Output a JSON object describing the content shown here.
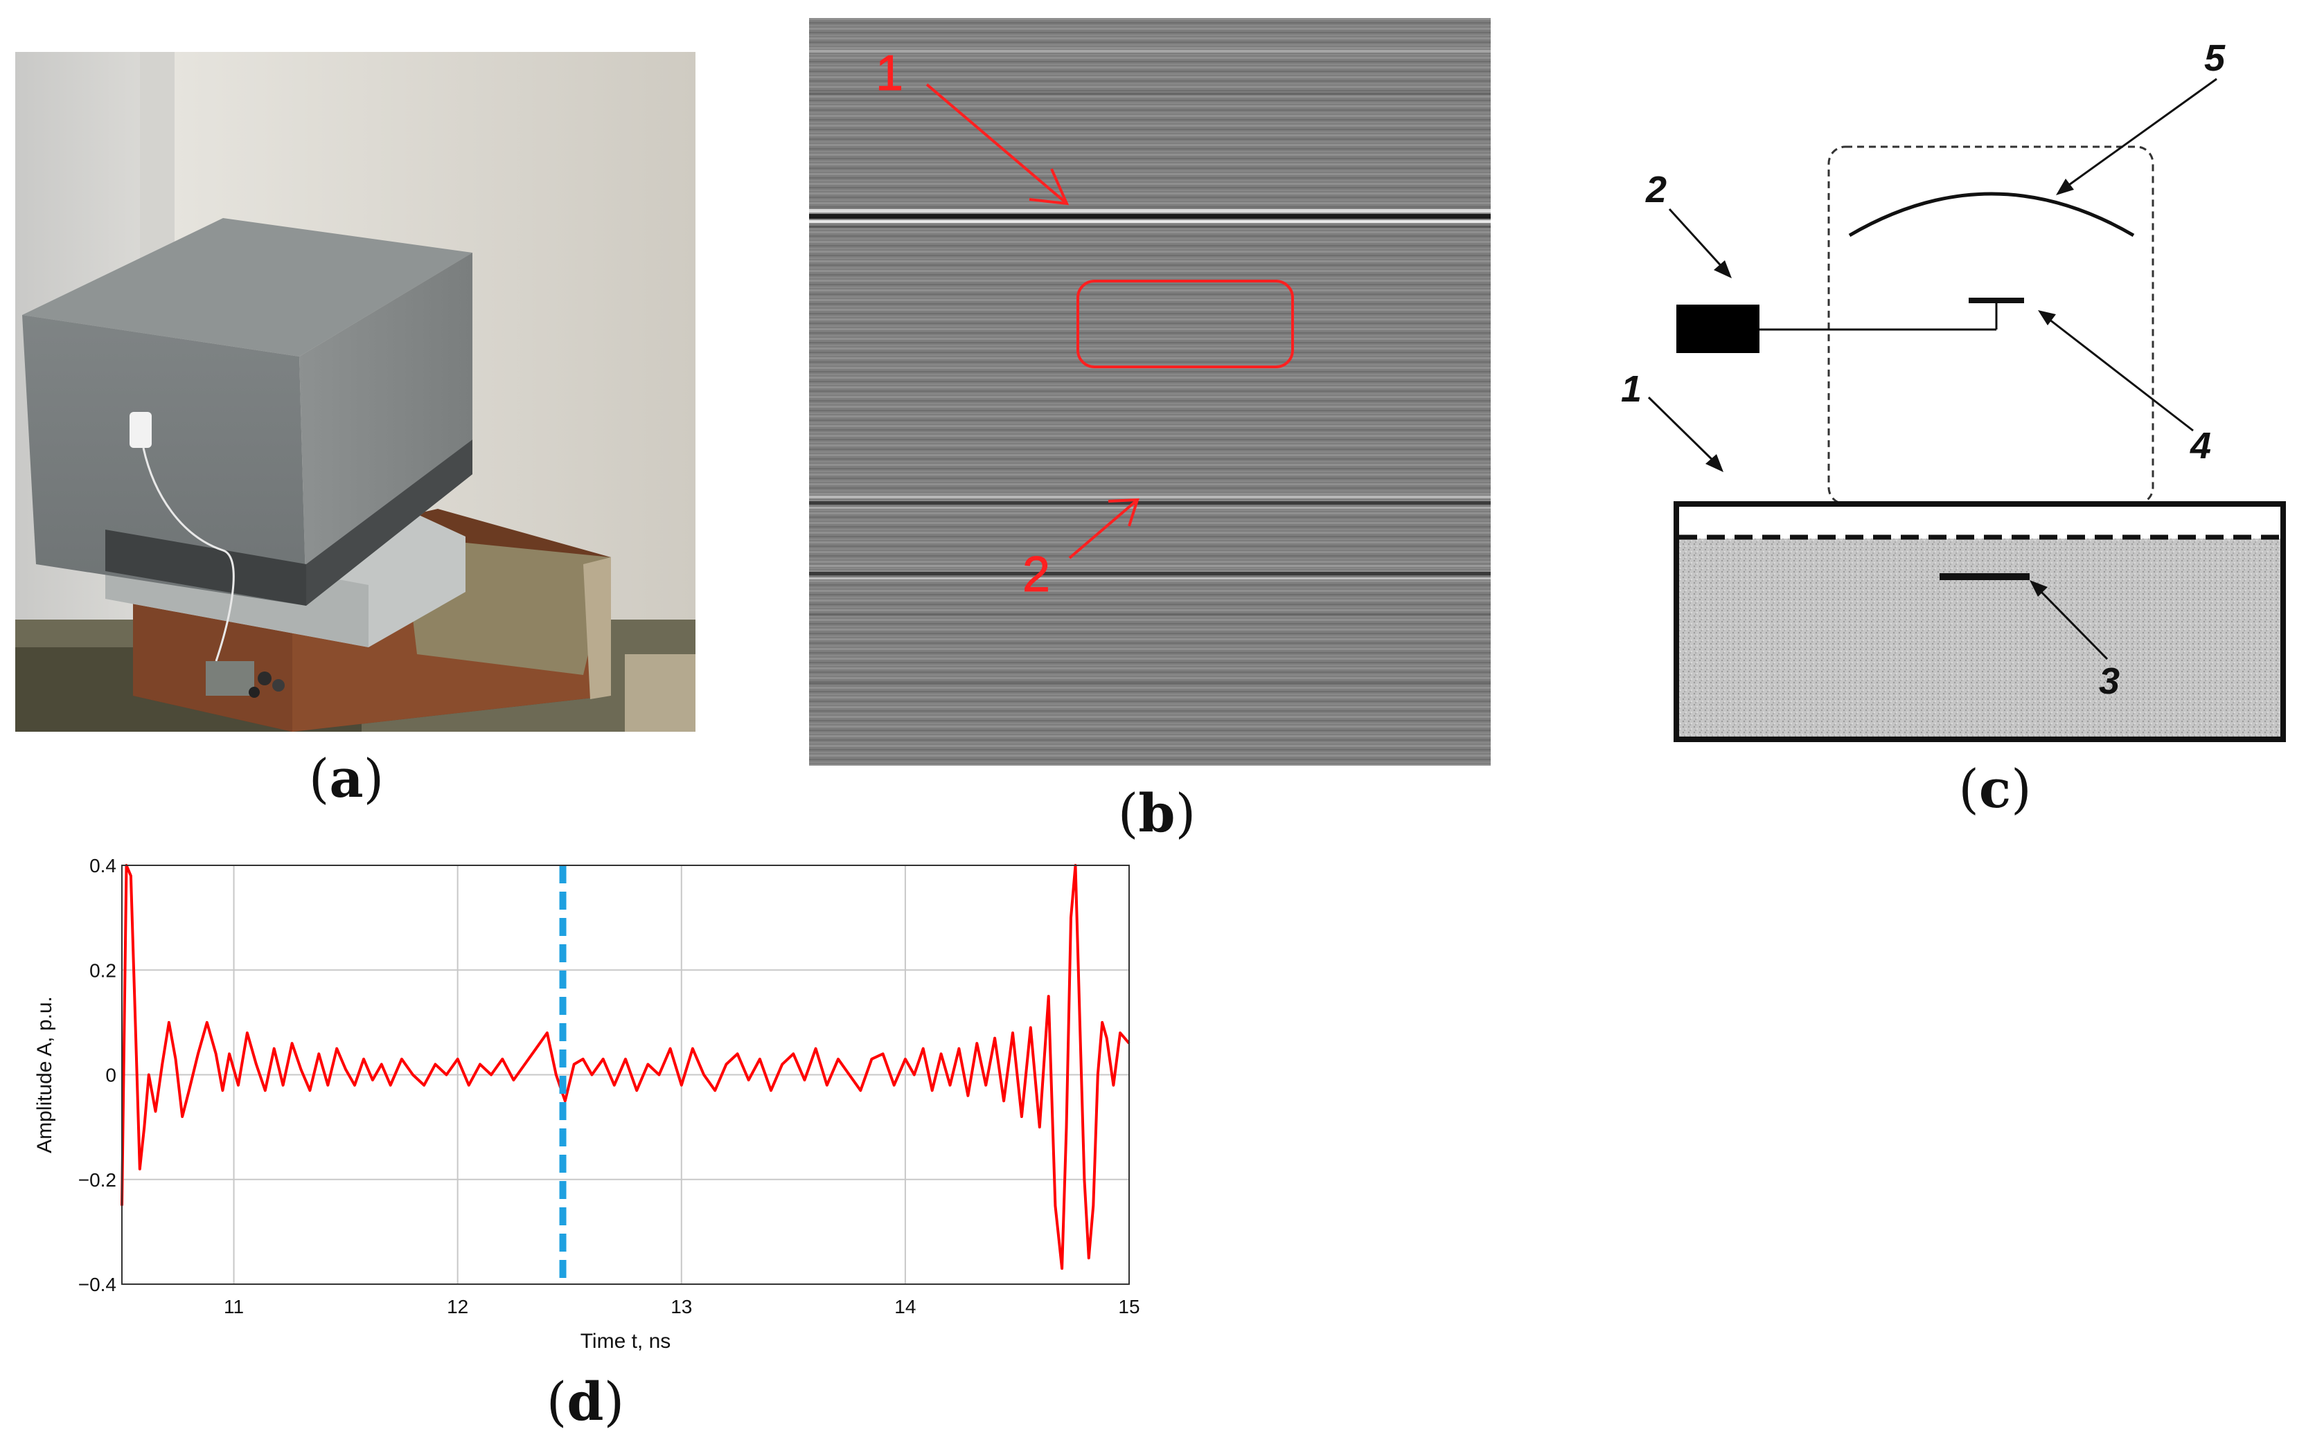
{
  "panels": {
    "a": {
      "label": "a"
    },
    "b": {
      "label": "b",
      "callouts": [
        "1",
        "2"
      ]
    },
    "c": {
      "label": "c",
      "callouts": [
        "1",
        "2",
        "3",
        "4",
        "5"
      ]
    },
    "d": {
      "label": "d"
    }
  },
  "colors": {
    "signal": "#ff0000",
    "marker": "#1ea0e0",
    "annotation": "#ff2020",
    "grid": "#c8c8c8"
  },
  "chart_data": {
    "type": "line",
    "xlabel": "Time t, ns",
    "ylabel": "Amplitude A, p.u.",
    "xlim": [
      10.5,
      15
    ],
    "ylim": [
      -0.4,
      0.4
    ],
    "xticks": [
      11,
      12,
      13,
      14,
      15
    ],
    "yticks": [
      0.4,
      0.2,
      0,
      -0.2,
      -0.4
    ],
    "ytick_labels": [
      "0.4",
      "0.2",
      "0",
      "−0.2",
      "−0.4"
    ],
    "grid": true,
    "vertical_marker_x": 12.47,
    "series": [
      {
        "x": [
          10.5,
          10.52,
          10.54,
          10.56,
          10.58,
          10.6,
          10.62,
          10.65,
          10.68,
          10.71,
          10.74,
          10.77,
          10.8,
          10.84,
          10.88,
          10.92,
          10.95,
          10.98,
          11.02,
          11.06,
          11.1,
          11.14,
          11.18,
          11.22,
          11.26,
          11.3,
          11.34,
          11.38,
          11.42,
          11.46,
          11.5,
          11.54,
          11.58,
          11.62,
          11.66,
          11.7,
          11.75,
          11.8,
          11.85,
          11.9,
          11.95,
          12.0,
          12.05,
          12.1,
          12.15,
          12.2,
          12.25,
          12.3,
          12.35,
          12.4,
          12.44,
          12.48,
          12.52,
          12.56,
          12.6,
          12.65,
          12.7,
          12.75,
          12.8,
          12.85,
          12.9,
          12.95,
          13.0,
          13.05,
          13.1,
          13.15,
          13.2,
          13.25,
          13.3,
          13.35,
          13.4,
          13.45,
          13.5,
          13.55,
          13.6,
          13.65,
          13.7,
          13.75,
          13.8,
          13.85,
          13.9,
          13.95,
          14.0,
          14.04,
          14.08,
          14.12,
          14.16,
          14.2,
          14.24,
          14.28,
          14.32,
          14.36,
          14.4,
          14.44,
          14.48,
          14.52,
          14.56,
          14.6,
          14.64,
          14.67,
          14.7,
          14.72,
          14.74,
          14.76,
          14.78,
          14.8,
          14.82,
          14.84,
          14.86,
          14.88,
          14.9,
          14.93,
          14.96,
          15.0
        ],
        "y": [
          -0.25,
          0.4,
          0.38,
          0.1,
          -0.18,
          -0.1,
          0.0,
          -0.07,
          0.02,
          0.1,
          0.03,
          -0.08,
          -0.03,
          0.04,
          0.1,
          0.04,
          -0.03,
          0.04,
          -0.02,
          0.08,
          0.02,
          -0.03,
          0.05,
          -0.02,
          0.06,
          0.01,
          -0.03,
          0.04,
          -0.02,
          0.05,
          0.01,
          -0.02,
          0.03,
          -0.01,
          0.02,
          -0.02,
          0.03,
          0.0,
          -0.02,
          0.02,
          0.0,
          0.03,
          -0.02,
          0.02,
          0.0,
          0.03,
          -0.01,
          0.02,
          0.05,
          0.08,
          0.0,
          -0.05,
          0.02,
          0.03,
          0.0,
          0.03,
          -0.02,
          0.03,
          -0.03,
          0.02,
          0.0,
          0.05,
          -0.02,
          0.05,
          0.0,
          -0.03,
          0.02,
          0.04,
          -0.01,
          0.03,
          -0.03,
          0.02,
          0.04,
          -0.01,
          0.05,
          -0.02,
          0.03,
          0.0,
          -0.03,
          0.03,
          0.04,
          -0.02,
          0.03,
          0.0,
          0.05,
          -0.03,
          0.04,
          -0.02,
          0.05,
          -0.04,
          0.06,
          -0.02,
          0.07,
          -0.05,
          0.08,
          -0.08,
          0.09,
          -0.1,
          0.15,
          -0.25,
          -0.37,
          -0.1,
          0.3,
          0.4,
          0.1,
          -0.2,
          -0.35,
          -0.25,
          0.0,
          0.1,
          0.07,
          -0.02,
          0.08,
          0.06
        ]
      }
    ]
  }
}
